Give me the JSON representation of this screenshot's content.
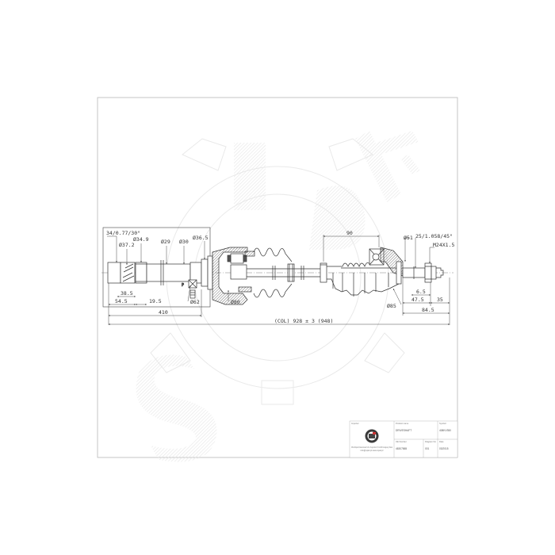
{
  "drawing": {
    "title": "Driveshaft technical drawing",
    "watermark": "SPAL gear logo",
    "overall_length_label": "(COL) 928 ± 3 (948)",
    "inner_end": {
      "spline_label": "34/0.77/30°",
      "diameters": [
        "Ø37.2",
        "Ø34.9",
        "Ø29",
        "Ø30",
        "Ø36.5"
      ],
      "bearing_diameter": "Ø62",
      "lengths": [
        "38.5",
        "54.5",
        "19.5",
        "410"
      ],
      "housing_diameter": "Ø80"
    },
    "outer_end": {
      "boot_length": "90",
      "housing_diameter": "Ø51",
      "spline_label": "25/1.058/45°",
      "thread_label": "M24X1.5",
      "boot_diameter": "Ø85",
      "lengths": [
        "6.5",
        "47.5",
        "35",
        "84.5"
      ]
    },
    "colors": {
      "line": "#333333",
      "frame": "#b5b5b5",
      "hatch": "#555555",
      "watermark": "#eeeeee"
    }
  },
  "title_block": {
    "importer_label": "Importer",
    "importer_address": "SPAL Wojciech Adamczewski S.K.A. Pogwizdów 67, 42-350 Koziegłowy, Poland",
    "importer_contact": "info@spal.pl  www.spal.pl",
    "product_name_label": "Product name",
    "product_name": "DRIVESHAFT",
    "symbol_label": "Symbol",
    "symbol": "408KV350",
    "oe_number_label": "OE Number",
    "oe_number": "46307865",
    "diagram_no_label": "Diagram No",
    "diagram_no": "001",
    "date_label": "Date",
    "date": "03/2015"
  }
}
